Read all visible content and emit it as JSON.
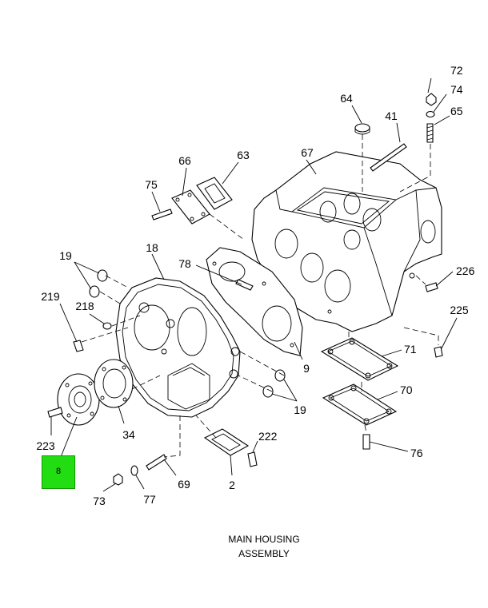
{
  "caption": {
    "line1": "MAIN HOUSING",
    "line2": "ASSEMBLY"
  },
  "highlighted_callout": {
    "label": "8",
    "color": "#22dd11"
  },
  "callouts": {
    "c72": "72",
    "c74": "74",
    "c64": "64",
    "c41": "41",
    "c65": "65",
    "c66": "66",
    "c63": "63",
    "c67": "67",
    "c75": "75",
    "c18": "18",
    "c19a": "19",
    "c78": "78",
    "c226": "226",
    "c219": "219",
    "c218": "218",
    "c225": "225",
    "c71": "71",
    "c9": "9",
    "c70": "70",
    "c19b": "19",
    "c223": "223",
    "c34": "34",
    "c222": "222",
    "c76": "76",
    "c73": "73",
    "c77": "77",
    "c69": "69",
    "c2": "2"
  }
}
